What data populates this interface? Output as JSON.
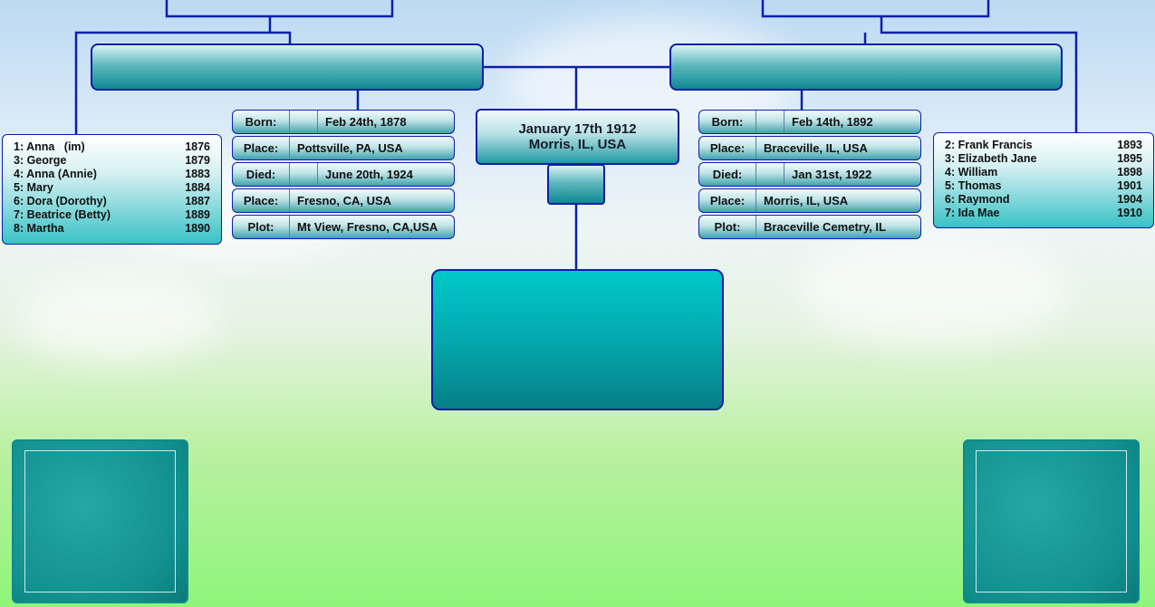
{
  "left_family": {
    "children": [
      {
        "label": "1: Anna   (im)",
        "year": "1876"
      },
      {
        "label": "3: George",
        "year": "1879"
      },
      {
        "label": "4: Anna (Annie)",
        "year": "1883"
      },
      {
        "label": "5: Mary",
        "year": "1884"
      },
      {
        "label": "6: Dora (Dorothy)",
        "year": "1887"
      },
      {
        "label": "7: Beatrice (Betty)",
        "year": "1889"
      },
      {
        "label": "8: Martha",
        "year": "1890"
      }
    ],
    "details": {
      "born_label": "Born:",
      "born": "Feb 24th, 1878",
      "place1_label": "Place:",
      "place1": "Pottsville, PA, USA",
      "died_label": "Died:",
      "died": "June 20th, 1924",
      "place2_label": "Place:",
      "place2": "Fresno, CA, USA",
      "plot_label": "Plot:",
      "plot": "Mt View, Fresno, CA,USA"
    }
  },
  "right_family": {
    "children": [
      {
        "label": "2: Frank Francis",
        "year": "1893"
      },
      {
        "label": "3: Elizabeth Jane",
        "year": "1895"
      },
      {
        "label": "4: William",
        "year": "1898"
      },
      {
        "label": "5: Thomas",
        "year": "1901"
      },
      {
        "label": "6: Raymond",
        "year": "1904"
      },
      {
        "label": "7: Ida Mae",
        "year": "1910"
      }
    ],
    "details": {
      "born_label": "Born:",
      "born": "Feb 14th, 1892",
      "place1_label": "Place:",
      "place1": "Braceville, IL, USA",
      "died_label": "Died:",
      "died": "Jan 31st, 1922",
      "place2_label": "Place:",
      "place2": "Morris, IL, USA",
      "plot_label": "Plot:",
      "plot": "Braceville Cemetry, IL"
    }
  },
  "marriage": {
    "date": "January 17th 1912",
    "place": "Morris, IL, USA"
  },
  "colors": {
    "connector": "#0a1fa8",
    "teal": "#04a9ae",
    "grass": "#8ef57a",
    "sky": "#bcd9f2"
  }
}
